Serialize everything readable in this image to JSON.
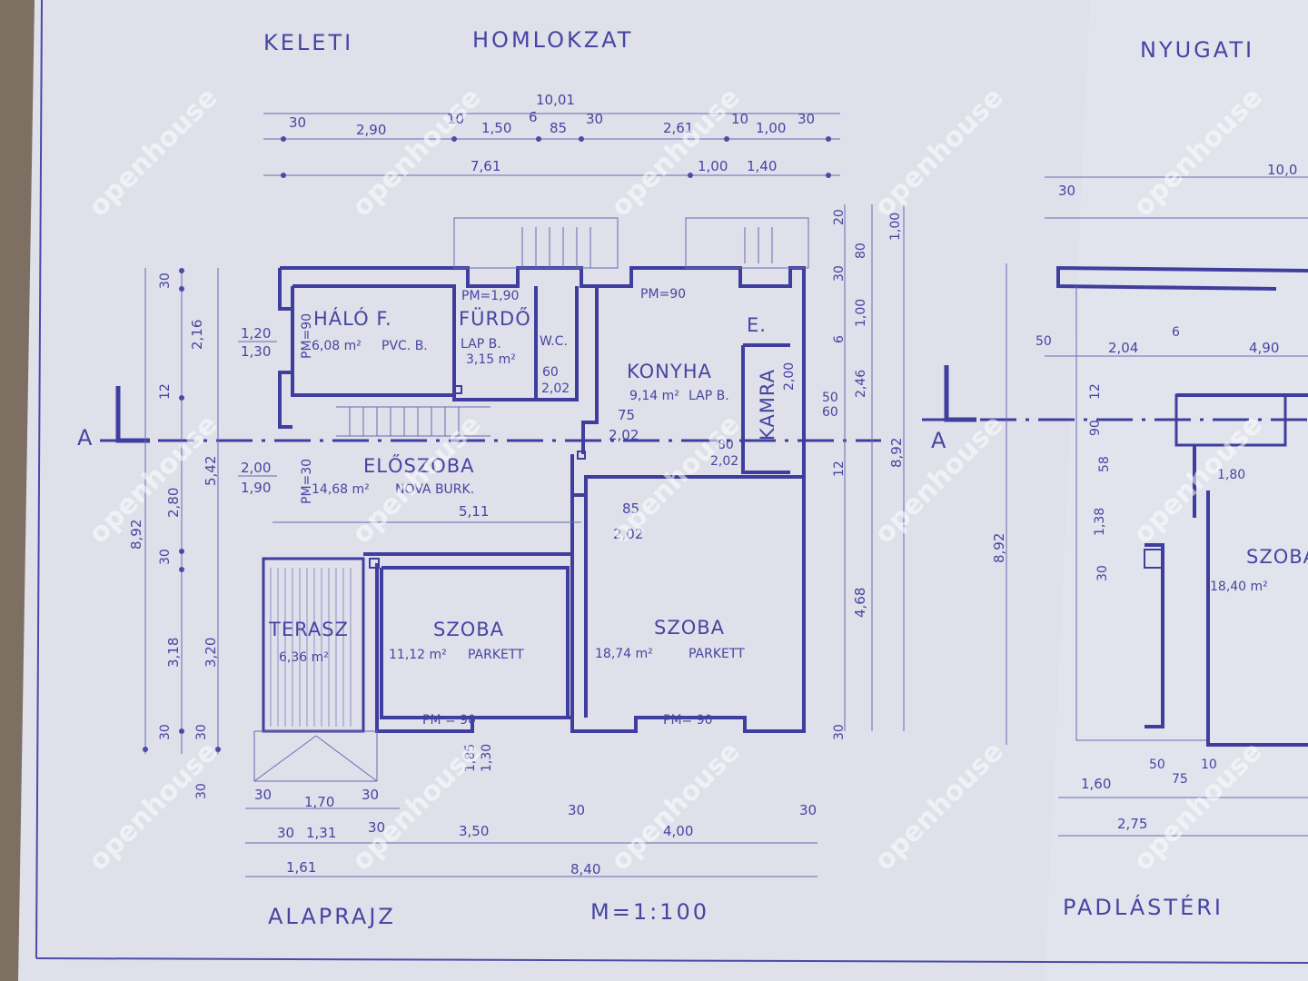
{
  "titles": {
    "east_elevation": "KELETI",
    "east_elevation_2": "HOMLOKZAT",
    "west_elevation": "NYUGATI",
    "ground_plan": "ALAPRAJZ",
    "scale": "M=1:100",
    "attic_plan": "PADLÁSTÉRI"
  },
  "section_marks": {
    "left_a": "A",
    "right_a": "A"
  },
  "rooms": [
    {
      "name": "HÁLÓ F.",
      "area": "6,08 m²",
      "floor": "PVC. B.",
      "note": "PM=90"
    },
    {
      "name": "FÜRDŐ",
      "area": "3,15 m²",
      "floor": "LAP B.",
      "note": "PM=1,90"
    },
    {
      "name": "W.C.",
      "area": "",
      "floor": "",
      "note": ""
    },
    {
      "name": "KONYHA",
      "area": "9,14 m²",
      "floor": "LAP B.",
      "note": "PM=90"
    },
    {
      "name": "E.",
      "area": "",
      "floor": "",
      "note": ""
    },
    {
      "name": "KAMRA",
      "area": "",
      "floor": "",
      "note": "2,00"
    },
    {
      "name": "ELŐSZOBA",
      "area": "14,68 m²",
      "floor": "NOVA BURK.",
      "note": "PM=30"
    },
    {
      "name": "TERASZ",
      "area": "6,36 m²",
      "floor": "",
      "note": ""
    },
    {
      "name": "SZOBA",
      "area": "11,12 m²",
      "floor": "PARKETT",
      "note": "PM = 90"
    },
    {
      "name": "SZOBA",
      "area": "18,74 m²",
      "floor": "PARKETT",
      "note": "PM= 90"
    },
    {
      "name": "SZOBA",
      "area": "18,40 m²",
      "floor": "",
      "note": ""
    }
  ],
  "dimensions": {
    "top_total": "10,01",
    "top_chain": [
      "30",
      "2,90",
      "10",
      "1,50",
      "6",
      "85",
      "30",
      "2,61",
      "10",
      "1,00",
      "30"
    ],
    "top_second": [
      "7,61",
      "1,00",
      "1,40"
    ],
    "right_chain": [
      "20",
      "80",
      "30",
      "1,00",
      "6",
      "2,46",
      "50",
      "60",
      "12",
      "4,68",
      "30",
      "1,00",
      "8,92"
    ],
    "left_chain": [
      "30",
      "2,16",
      "12",
      "5,42",
      "2,80",
      "30",
      "3,18",
      "3,20",
      "30",
      "30",
      "30",
      "8,92"
    ],
    "bottom_chain": [
      "30",
      "1,70",
      "30",
      "30",
      "1,31",
      "30",
      "3,50",
      "30",
      "4,00",
      "30",
      "1,61",
      "8,40"
    ],
    "windows": [
      "1,20",
      "1,30",
      "2,00",
      "1,90",
      "60",
      "2,02",
      "75",
      "2,02",
      "80",
      "2,02",
      "85",
      "2,02",
      "5,11",
      "1,85",
      "1,30"
    ],
    "attic_chain": [
      "10,0",
      "30",
      "50",
      "2,04",
      "6",
      "4,90",
      "12",
      "90",
      "58",
      "1,38",
      "30",
      "1,80",
      "8,92",
      "1,60",
      "50",
      "75",
      "10",
      "2,75"
    ]
  },
  "watermark": "openhouse",
  "colors": {
    "ink": "#4b4aa6",
    "paper": "#dfe0ea",
    "background": "#7d6f62"
  }
}
